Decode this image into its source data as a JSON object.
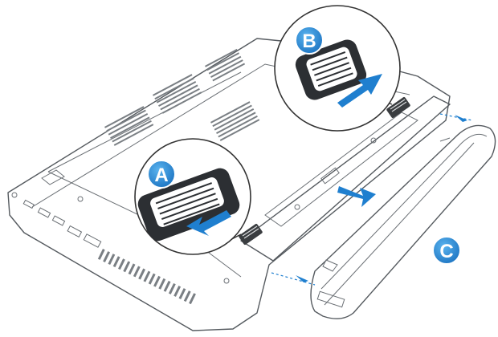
{
  "diagram": {
    "steps": [
      {
        "id": "A",
        "label": "A"
      },
      {
        "id": "B",
        "label": "B"
      },
      {
        "id": "C",
        "label": "C"
      }
    ],
    "colors": {
      "badge": "#2e8fd6",
      "badge_ring": "#ffffff",
      "arrow": "#1f7fcf",
      "outline": "#555a5f",
      "vent": "#7a7f84",
      "latch": "#3a3d40",
      "guide_line": "#1f7fcf"
    }
  }
}
